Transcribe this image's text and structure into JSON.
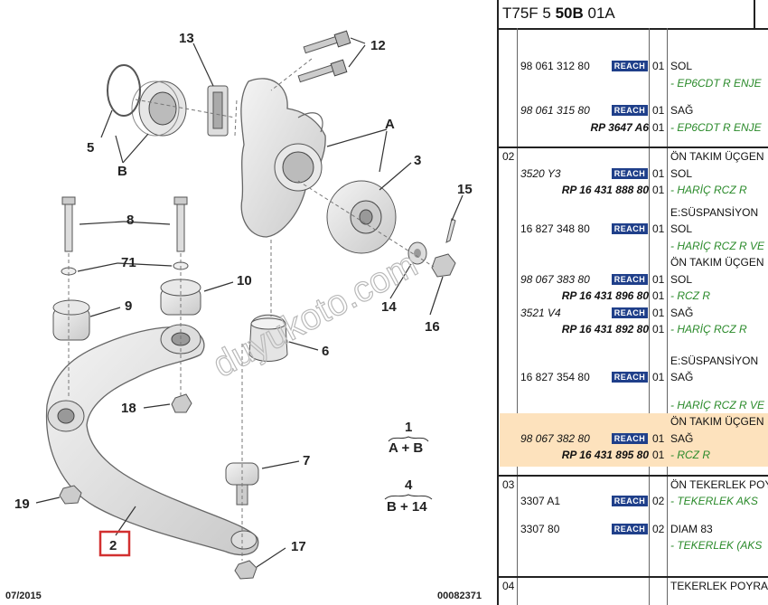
{
  "diagram": {
    "callouts": {
      "c13": "13",
      "c12": "12",
      "cA": "A",
      "c5": "5",
      "cB": "B",
      "c3": "3",
      "c15": "15",
      "c8": "8",
      "c71": "71",
      "c10": "10",
      "c9": "9",
      "c14": "14",
      "c16": "16",
      "c6": "6",
      "c18": "18",
      "c7": "7",
      "c19": "19",
      "c2": "2",
      "c17": "17"
    },
    "legend": [
      {
        "num": "1",
        "formula": "A + B"
      },
      {
        "num": "4",
        "formula": "B + 14"
      }
    ],
    "watermark": "duyukoto.com",
    "footer_date": "07/2015",
    "footer_ref": "00082371",
    "highlight_color": "#d23030"
  },
  "parts_list": {
    "header": {
      "prefix": "T75F 5",
      "bold": "50B",
      "suffix": "01A"
    },
    "badge": "REACH",
    "groups": [
      {
        "num": "",
        "rows": [
          {
            "ref": "98 061 312 80",
            "italic": false,
            "rp": "",
            "reach": true,
            "qty": "01",
            "desc": "SOL",
            "desc_green": false
          },
          {
            "ref": "",
            "italic": false,
            "rp": "",
            "reach": false,
            "qty": "",
            "desc": "- EP6CDT R ENJE",
            "desc_green": true
          },
          {
            "ref": "98 061 315 80",
            "italic": true,
            "rp": "",
            "reach": true,
            "qty": "01",
            "desc": "SAĞ",
            "desc_green": false
          },
          {
            "ref": "",
            "italic": false,
            "rp": "RP 3647 A6",
            "reach": false,
            "qty": "01",
            "desc": "- EP6CDT R ENJE",
            "desc_green": true
          }
        ]
      },
      {
        "num": "02",
        "rows": [
          {
            "ref": "",
            "italic": false,
            "rp": "",
            "reach": false,
            "qty": "",
            "desc": "ÖN TAKIM ÜÇGEN",
            "desc_green": false
          },
          {
            "ref": "3520 Y3",
            "italic": true,
            "rp": "",
            "reach": true,
            "qty": "01",
            "desc": "SOL",
            "desc_green": false
          },
          {
            "ref": "",
            "italic": false,
            "rp": "RP 16 431 888 80",
            "reach": false,
            "qty": "01",
            "desc": "- HARİÇ RCZ R",
            "desc_green": true
          },
          {
            "ref": "",
            "italic": false,
            "rp": "",
            "reach": false,
            "qty": "",
            "desc": "E:SÜSPANSİYON",
            "desc_green": false
          },
          {
            "ref": "16 827 348 80",
            "italic": false,
            "rp": "",
            "reach": true,
            "qty": "01",
            "desc": "SOL",
            "desc_green": false
          },
          {
            "ref": "",
            "italic": false,
            "rp": "",
            "reach": false,
            "qty": "",
            "desc": "- HARİÇ RCZ R VE",
            "desc_green": true
          },
          {
            "ref": "",
            "italic": false,
            "rp": "",
            "reach": false,
            "qty": "",
            "desc": "ÖN TAKIM ÜÇGEN",
            "desc_green": false
          },
          {
            "ref": "98 067 383 80",
            "italic": true,
            "rp": "",
            "reach": true,
            "qty": "01",
            "desc": "SOL",
            "desc_green": false
          },
          {
            "ref": "",
            "italic": false,
            "rp": "RP 16 431 896 80",
            "reach": false,
            "qty": "01",
            "desc": "- RCZ R",
            "desc_green": true
          },
          {
            "ref": "3521 V4",
            "italic": true,
            "rp": "",
            "reach": true,
            "qty": "01",
            "desc": "SAĞ",
            "desc_green": false
          },
          {
            "ref": "",
            "italic": false,
            "rp": "RP 16 431 892 80",
            "reach": false,
            "qty": "01",
            "desc": "- HARİÇ RCZ R",
            "desc_green": true
          },
          {
            "ref": "",
            "italic": false,
            "rp": "",
            "reach": false,
            "qty": "",
            "desc": "E:SÜSPANSİYON",
            "desc_green": false
          },
          {
            "ref": "16 827 354 80",
            "italic": false,
            "rp": "",
            "reach": true,
            "qty": "01",
            "desc": "SAĞ",
            "desc_green": false
          },
          {
            "ref": "",
            "italic": false,
            "rp": "",
            "reach": false,
            "qty": "",
            "desc": "- HARİÇ RCZ R VE",
            "desc_green": true
          },
          {
            "ref": "",
            "italic": false,
            "rp": "",
            "reach": false,
            "qty": "",
            "desc": "ÖN TAKIM ÜÇGEN",
            "desc_green": false,
            "highlight": true
          },
          {
            "ref": "98 067 382 80",
            "italic": true,
            "rp": "",
            "reach": true,
            "qty": "01",
            "desc": "SAĞ",
            "desc_green": false,
            "highlight": true
          },
          {
            "ref": "",
            "italic": false,
            "rp": "RP 16 431 895 80",
            "reach": false,
            "qty": "01",
            "desc": "- RCZ R",
            "desc_green": true,
            "highlight": true
          }
        ]
      },
      {
        "num": "03",
        "rows": [
          {
            "ref": "",
            "italic": false,
            "rp": "",
            "reach": false,
            "qty": "",
            "desc": "ÖN TEKERLEK POY",
            "desc_green": false
          },
          {
            "ref": "3307 A1",
            "italic": false,
            "rp": "",
            "reach": true,
            "qty": "02",
            "desc": "- TEKERLEK AKS",
            "desc_green": true
          },
          {
            "ref": "3307 80",
            "italic": false,
            "rp": "",
            "reach": true,
            "qty": "02",
            "desc": "DIAM 83",
            "desc_green": false
          },
          {
            "ref": "",
            "italic": false,
            "rp": "",
            "reach": false,
            "qty": "",
            "desc": "- TEKERLEK (AKS",
            "desc_green": true
          }
        ]
      },
      {
        "num": "04",
        "rows": [
          {
            "ref": "",
            "italic": false,
            "rp": "",
            "reach": false,
            "qty": "",
            "desc": "TEKERLEK POYRA",
            "desc_green": false
          }
        ]
      }
    ]
  }
}
